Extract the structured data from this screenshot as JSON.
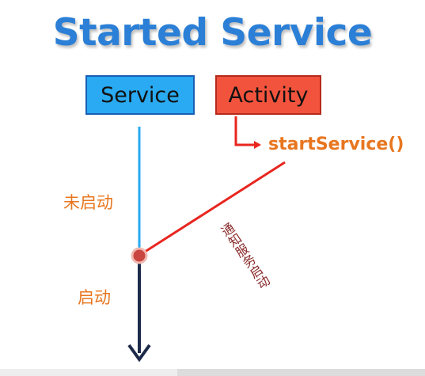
{
  "title": "Started Service",
  "nodes": {
    "service": "Service",
    "activity": "Activity"
  },
  "call": "startService()",
  "states": {
    "before": "未启动",
    "after": "启动"
  },
  "note": "通知服务启动",
  "colors": {
    "title": "#2b7fd6",
    "service_box": "#29aaf2",
    "activity_box": "#f2533d",
    "timeline_before": "#29aaf2",
    "timeline_after": "#1d2a4a",
    "signal": "#e8261f",
    "label": "#e8761f",
    "note": "#8a2a2a"
  }
}
